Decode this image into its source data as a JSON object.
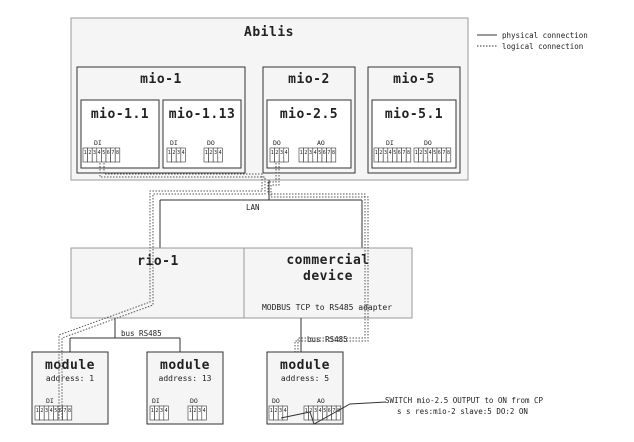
{
  "legend": {
    "physical": "physical connection",
    "logical": "logical connection"
  },
  "abilis": {
    "title": "Abilis",
    "mio1": {
      "title": "mio-1",
      "m11": {
        "title": "mio-1.1",
        "port": "DI",
        "pins": [
          "1",
          "2",
          "3",
          "4",
          "5",
          "6",
          "7",
          "8"
        ]
      },
      "m113": {
        "title": "mio-1.13",
        "port_di": "DI",
        "port_do": "DO",
        "pins_di": [
          "1",
          "2",
          "3",
          "4"
        ],
        "pins_do": [
          "1",
          "2",
          "3",
          "4"
        ]
      }
    },
    "mio2": {
      "title": "mio-2",
      "m25": {
        "title": "mio-2.5",
        "port_do": "DO",
        "port_ao": "AO",
        "pins_do": [
          "1",
          "2",
          "3",
          "4"
        ],
        "pins_ao": [
          "1",
          "2",
          "3",
          "4",
          "5",
          "6",
          "7",
          "8"
        ]
      }
    },
    "mio5": {
      "title": "mio-5",
      "m51": {
        "title": "mio-5.1",
        "port_di": "DI",
        "port_do": "DO",
        "pins_di": [
          "1",
          "2",
          "3",
          "4",
          "5",
          "6",
          "7",
          "8"
        ],
        "pins_do": [
          "1",
          "2",
          "3",
          "4",
          "5",
          "6",
          "7",
          "8"
        ]
      }
    }
  },
  "lan_label": "LAN",
  "rio1": {
    "title": "rio-1"
  },
  "commercial": {
    "title_line1": "commercial",
    "title_line2": "device",
    "subtitle": "MODBUS TCP to RS485 adapter"
  },
  "bus_labels": [
    "bus RS485",
    "bus RS485"
  ],
  "modules": [
    {
      "title": "module",
      "address": "address: 1",
      "port": "DI",
      "pins": [
        "1",
        "2",
        "3",
        "4",
        "5",
        "6",
        "7",
        "8"
      ]
    },
    {
      "title": "module",
      "address": "address: 13",
      "port_di": "DI",
      "port_do": "DO",
      "pins_di": [
        "1",
        "2",
        "3",
        "4"
      ],
      "pins_do": [
        "1",
        "2",
        "3",
        "4"
      ]
    },
    {
      "title": "module",
      "address": "address: 5",
      "port_do": "DO",
      "port_ao": "AO",
      "pins_do": [
        "1",
        "2",
        "3",
        "4"
      ],
      "pins_ao": [
        "1",
        "2",
        "3",
        "4",
        "5",
        "6",
        "7",
        "8"
      ]
    }
  ],
  "command": {
    "line1": "SWITCH mio-2.5 OUTPUT to ON from CP",
    "line2": "s s res:mio-2 slave:5 DO:2 ON"
  },
  "colors": {
    "box_fill": "#f5f5f5",
    "inner_fill": "#ffffff",
    "stroke": "#333333",
    "frame": "#999999"
  }
}
